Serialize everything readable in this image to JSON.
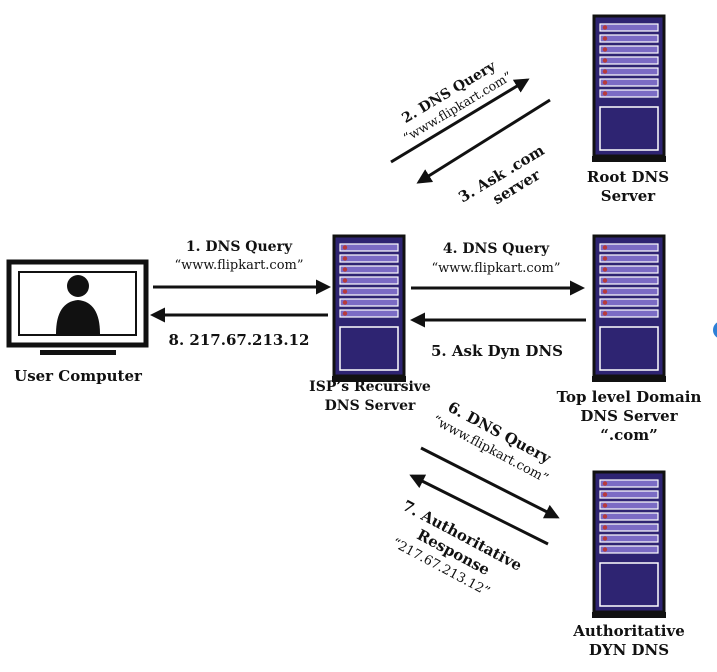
{
  "colors": {
    "rack": "#2e2472",
    "slot": "#7b6bc4",
    "led": "#b83a3a",
    "frame": "#111111",
    "accent_dot": "#2d7fd6"
  },
  "icons": [
    "user-computer-icon",
    "server-rack-icon",
    "arrow-icon"
  ],
  "nodes": {
    "user": {
      "label": "User Computer"
    },
    "isp": {
      "label1": "ISP’s Recursive",
      "label2": "DNS Server"
    },
    "root": {
      "label1": "Root DNS",
      "label2": "Server"
    },
    "tld": {
      "label1": "Top level Domain",
      "label2": "DNS Server",
      "label3": "“.com”"
    },
    "auth": {
      "label1": "Authoritative",
      "label2": "DYN DNS"
    }
  },
  "steps": {
    "s1": {
      "title": "1. DNS Query",
      "sub": "“www.flipkart.com”"
    },
    "s2": {
      "title": "2. DNS Query",
      "sub": "“www.flipkart.com”"
    },
    "s3": {
      "line1": "3. Ask .com",
      "line2": "server"
    },
    "s4": {
      "title": "4. DNS Query",
      "sub": "“www.flipkart.com”"
    },
    "s5": {
      "title": "5. Ask Dyn DNS"
    },
    "s6": {
      "title": "6. DNS Query",
      "sub": "“www.flipkart.com”"
    },
    "s7": {
      "line1": "7. Authoritative",
      "line2": "Response",
      "sub": "“217.67.213.12”"
    },
    "s8": {
      "title": "8. 217.67.213.12"
    }
  }
}
